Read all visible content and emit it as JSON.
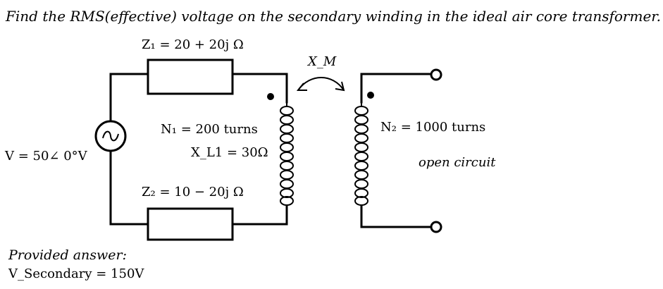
{
  "problem": {
    "text": "Find the RMS(effective) voltage on the secondary winding in the ideal air core transformer."
  },
  "circuit": {
    "z1_label": "Z₁ = 20 + 20j Ω",
    "z2_label": "Z₂ = 10 − 20j Ω",
    "source_label": "V = 50∠ 0°V",
    "n1_label": "N₁ = 200 turns",
    "xl1_label": "X_L1 = 30Ω",
    "n2_label": "N₂ = 1000 turns",
    "open_label": "open circuit",
    "xm_label": "X_M"
  },
  "answer": {
    "heading": "Provided answer:",
    "value": "V_Secondary = 150V"
  }
}
